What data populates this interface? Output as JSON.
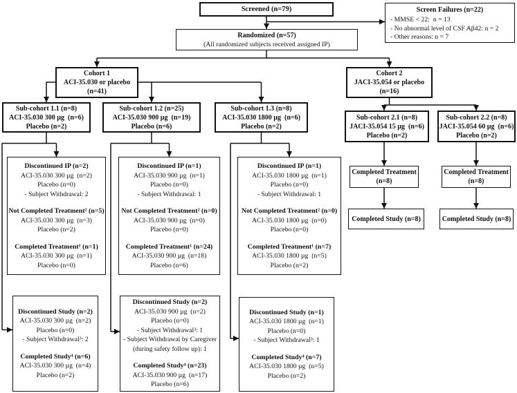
{
  "diagram": {
    "screened": {
      "title": "Screened (n=79)"
    },
    "screen_failures": {
      "title": "Screen Failures (n=22)",
      "items": [
        "- MMSE < 22:  n = 13",
        "- No abnormal level of CSF Aβ42: n = 2",
        "- Other reasons: n = 7"
      ]
    },
    "randomized": {
      "title": "Randomized (n=57)",
      "subtitle": "(All randomized subjects received assigned IP)"
    },
    "cohort1": {
      "l1": "Cohort 1",
      "l2": "ACI-35.030 or placebo",
      "l3": "(n=41)"
    },
    "cohort2": {
      "l1": "Cohort 2",
      "l2": "JACI-35.054 or placebo",
      "l3": "(n=16)"
    },
    "sub11": {
      "l1": "Sub-cohort 1.1 (n=8)",
      "l2": "ACI-35.030 300 µg  (n=6)",
      "l3": "Placebo (n=2)"
    },
    "sub12": {
      "l1": "Sub-cohort 1.2 (n=25)",
      "l2": "ACI-35.030 900 µg  (n=19)",
      "l3": "Placebo (n=6)"
    },
    "sub13": {
      "l1": "Sub-cohort 1.3 (n=8)",
      "l2": "ACI-35.030 1800 µg  (n=6)",
      "l3": "Placebo (n=2)"
    },
    "sub21": {
      "l1": "Sub-cohort 2.1 (n=8)",
      "l2": "JACI-35.054 15 µg  (n=6)",
      "l3": "Placebo (n=2)"
    },
    "sub22": {
      "l1": "Sub-cohort 2.2 (n=8)",
      "l2": "JACI-35.054 60 µg  (n=6)",
      "l3": "Placebo (n=2)"
    },
    "mid1": {
      "sections": [
        {
          "header": "Discontinued IP (n=2)",
          "lines": [
            "ACI-35.030 300 µg  (n=2)",
            "Placebo (n=0)",
            "- Subject Withdrawal: 2"
          ]
        },
        {
          "header": "Not Completed Treatment² (n=5)",
          "lines": [
            "ACI-35.030 300 µg  (n=3)",
            "Placebo (n=2)"
          ]
        },
        {
          "header": "Completed Treatment¹ (n=1)",
          "lines": [
            "ACI-35.030 300 µg  (n=1)",
            "Placebo (n=0)"
          ]
        }
      ]
    },
    "mid2": {
      "sections": [
        {
          "header": "Discontinued IP (n=1)",
          "lines": [
            "ACI-35.030 900 µg  (n=1)",
            "Placebo (n=0)",
            "- Subject Withdrawal: 1"
          ]
        },
        {
          "header": "Not Completed Treatment² (n=0)",
          "lines": [
            "ACI-35.030 900 µg  (n=0)",
            "Placebo (n=0)"
          ]
        },
        {
          "header": "Completed Treatment¹ (n=24)",
          "lines": [
            "ACI-35.030 900 µg  (n=18)",
            "Placebo (n=6)"
          ]
        }
      ]
    },
    "mid3": {
      "sections": [
        {
          "header": "Discontinued IP (n=1)",
          "lines": [
            "ACI-35.030 1800 µg  (n=1)",
            "Placebo (n=0)",
            "- Subject Withdrawal: 1"
          ]
        },
        {
          "header": "Not Completed Treatment² (n=0)",
          "lines": [
            "ACI-35.030 1800 µg  (n=0)",
            "Placebo (n=0)"
          ]
        },
        {
          "header": "Completed Treatment¹ (n=7)",
          "lines": [
            "ACI-35.030 1800 µg  (n=5)",
            "Placebo (n=2)"
          ]
        }
      ]
    },
    "ct21": {
      "l1": "Completed Treatment",
      "l2": "(n=8)"
    },
    "ct22": {
      "l1": "Completed Treatment",
      "l2": "(n=8)"
    },
    "cs21": {
      "title": "Completed Study (n=8)"
    },
    "cs22": {
      "title": "Completed Study (n=8)"
    },
    "bot1": {
      "sections": [
        {
          "header": "Discontinued Study (n=2)",
          "lines": [
            "ACI-35.030 300 µg  (n=2)",
            "Placebo (n=0)",
            "- Subject Withdrawal³: 2"
          ]
        },
        {
          "header": "Completed Study⁴ (n=6)",
          "lines": [
            "ACI-35.030 300 µg  (n=4)",
            "Placebo (n=2)"
          ]
        }
      ]
    },
    "bot2": {
      "sections": [
        {
          "header": "Discontinued Study (n=2)",
          "lines": [
            "ACI-35.030 900 µg  (n=2)",
            "Placebo (n=0)",
            "- Subject Withdrawal³: 1",
            "- Subject Withdrawal by Caregiver",
            "(during safety follow up): 1"
          ]
        },
        {
          "header": "Completed Study⁴ (n=23)",
          "lines": [
            "ACI-35.030 900 µg  (n=17)",
            "Placebo (n=6)"
          ]
        }
      ]
    },
    "bot3": {
      "sections": [
        {
          "header": "Discontinued Study (n=1)",
          "lines": [
            "ACI-35.030 1800 µg  (n=1)",
            "Placebo (n=0)",
            "- Subject Withdrawal³: 1"
          ]
        },
        {
          "header": "Completed Study⁴ (n=7)",
          "lines": [
            "ACI-35.030 1800 µg  (n=5)",
            "Placebo (n=2)"
          ]
        }
      ]
    }
  },
  "colors": {
    "line": "#111111",
    "border": "#111111",
    "background": "#ffffff",
    "text": "#111111"
  }
}
